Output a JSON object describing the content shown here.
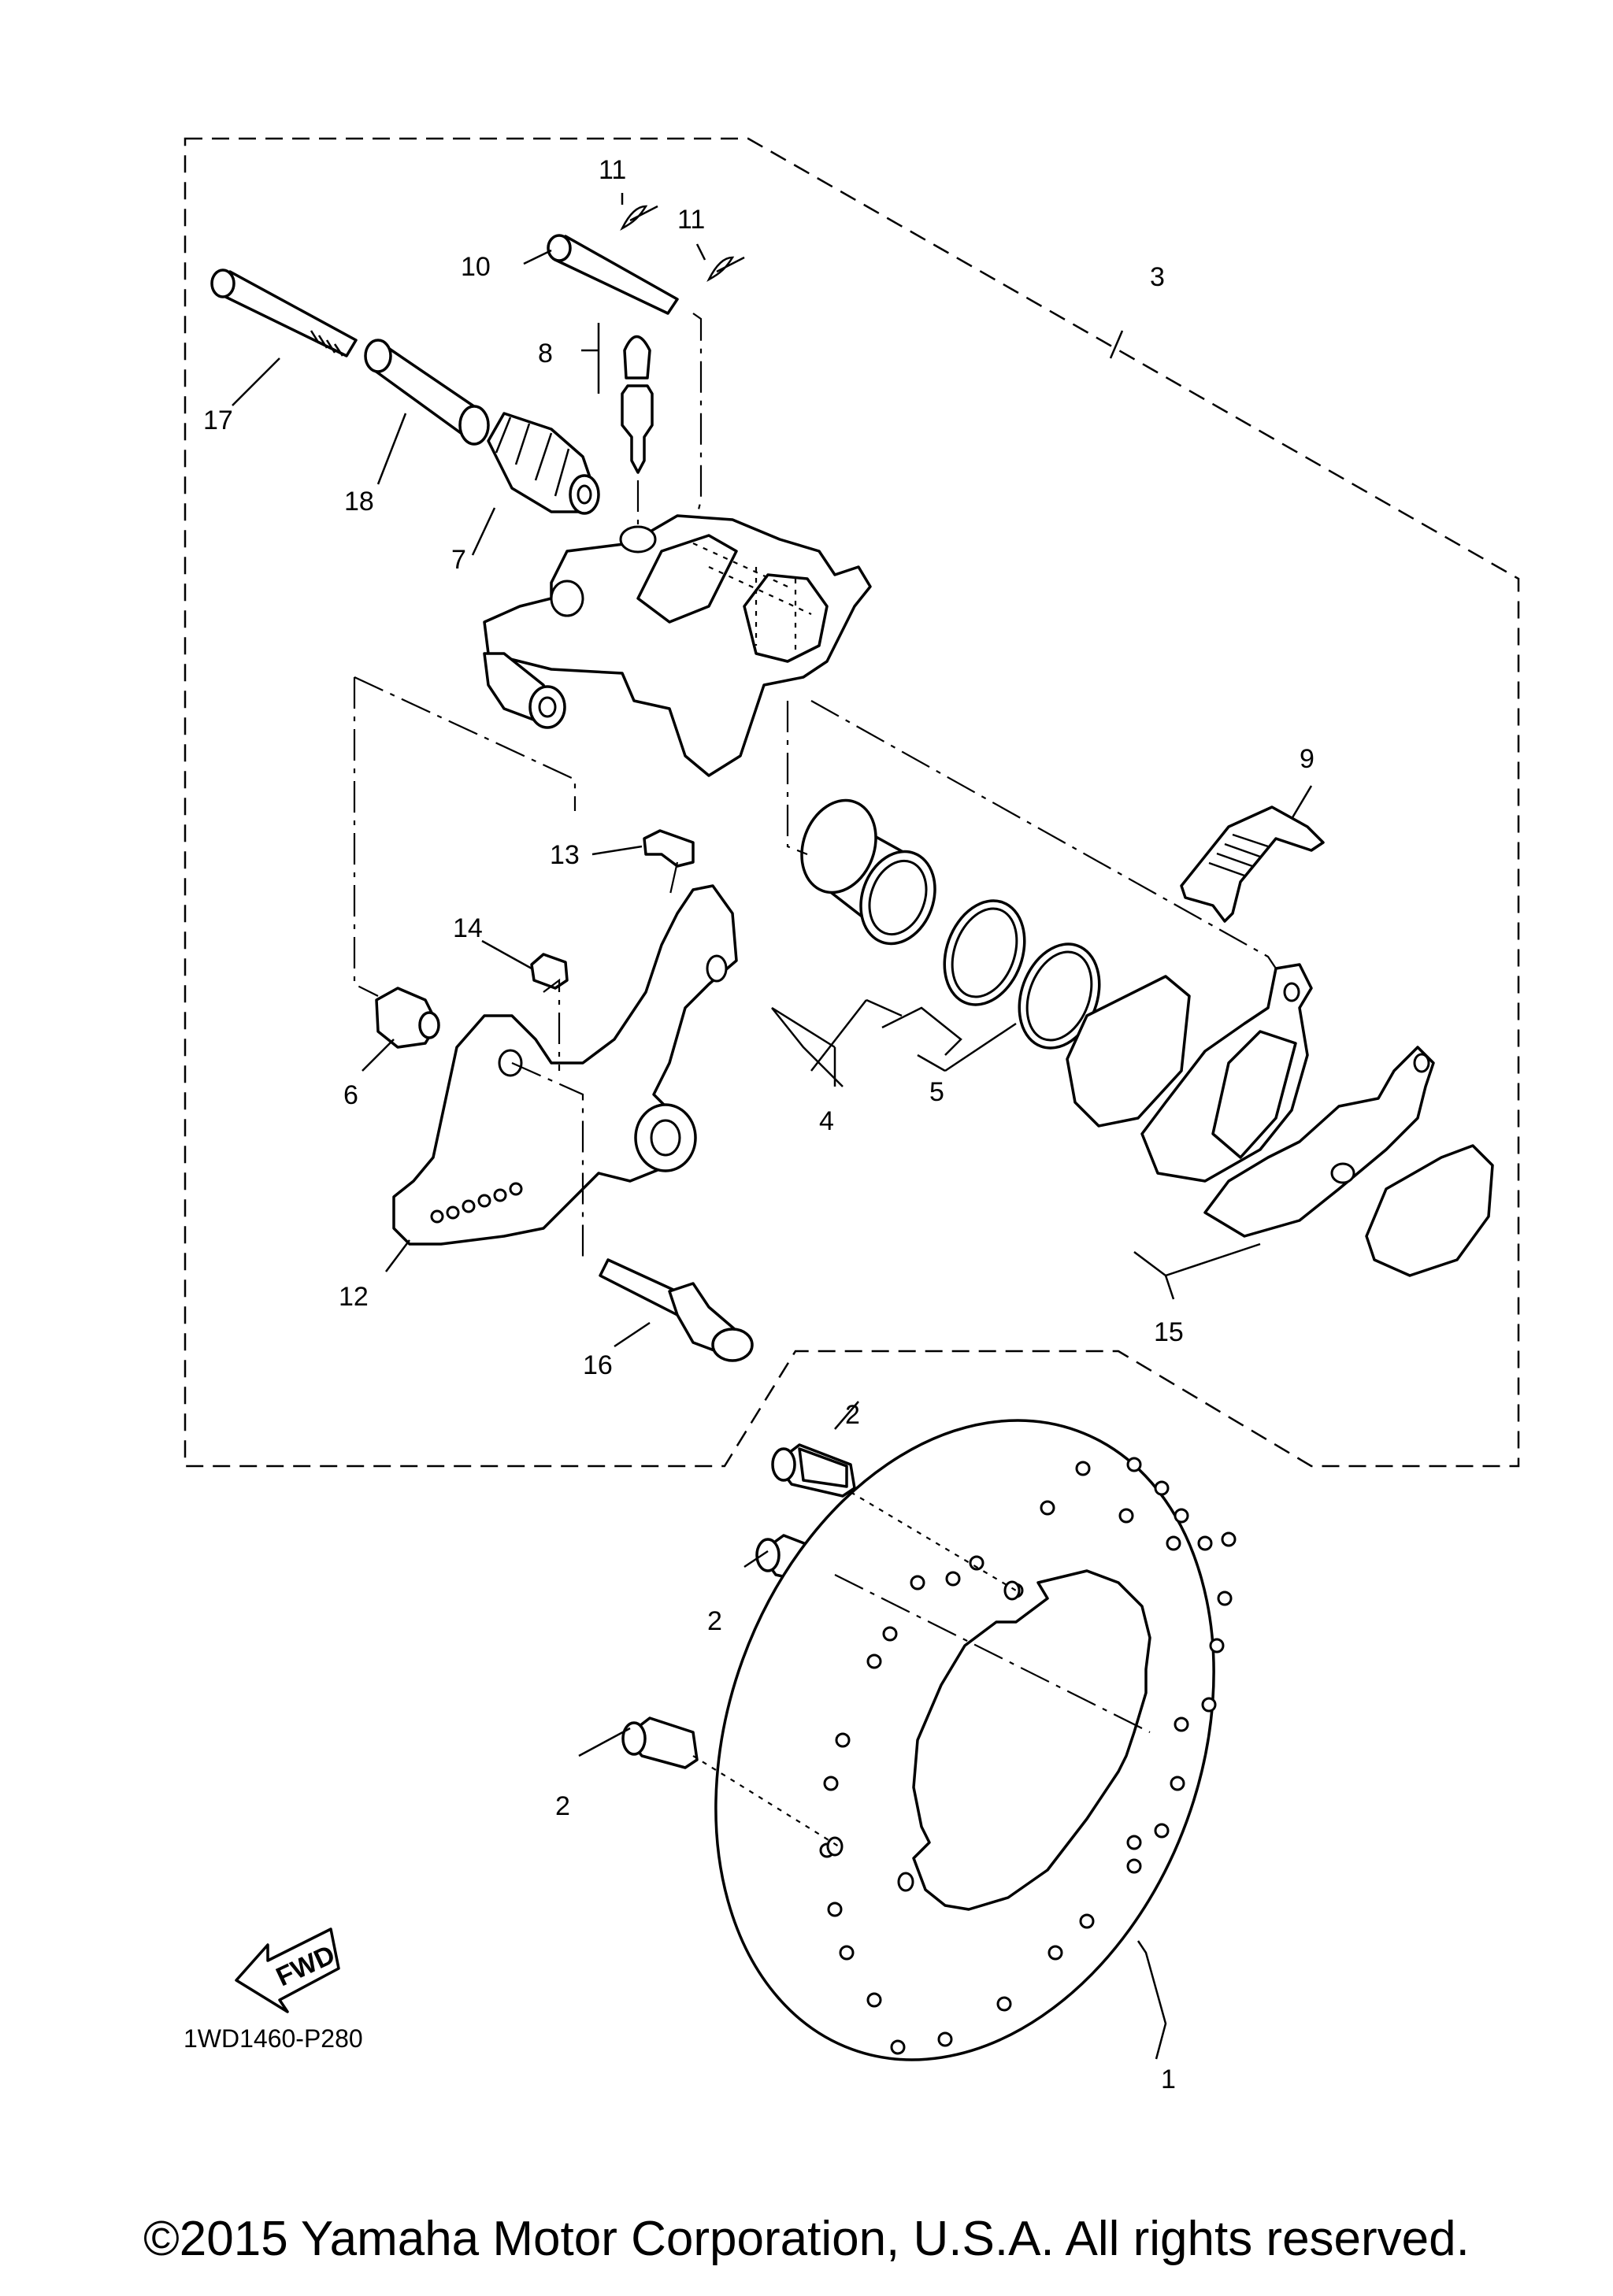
{
  "diagram": {
    "diagram_code": "1WD1460-P280",
    "copyright": "©2015 Yamaha Motor Corporation, U.S.A. All rights reserved.",
    "fwd_label": "FWD",
    "callouts": {
      "c1": "1",
      "c2a": "2",
      "c2b": "2",
      "c2c": "2",
      "c3": "3",
      "c4": "4",
      "c5": "5",
      "c6": "6",
      "c7": "7",
      "c8": "8",
      "c9": "9",
      "c10": "10",
      "c11a": "11",
      "c11b": "11",
      "c12": "12",
      "c13": "13",
      "c14": "14",
      "c15": "15",
      "c16": "16",
      "c17": "17",
      "c18": "18"
    }
  }
}
